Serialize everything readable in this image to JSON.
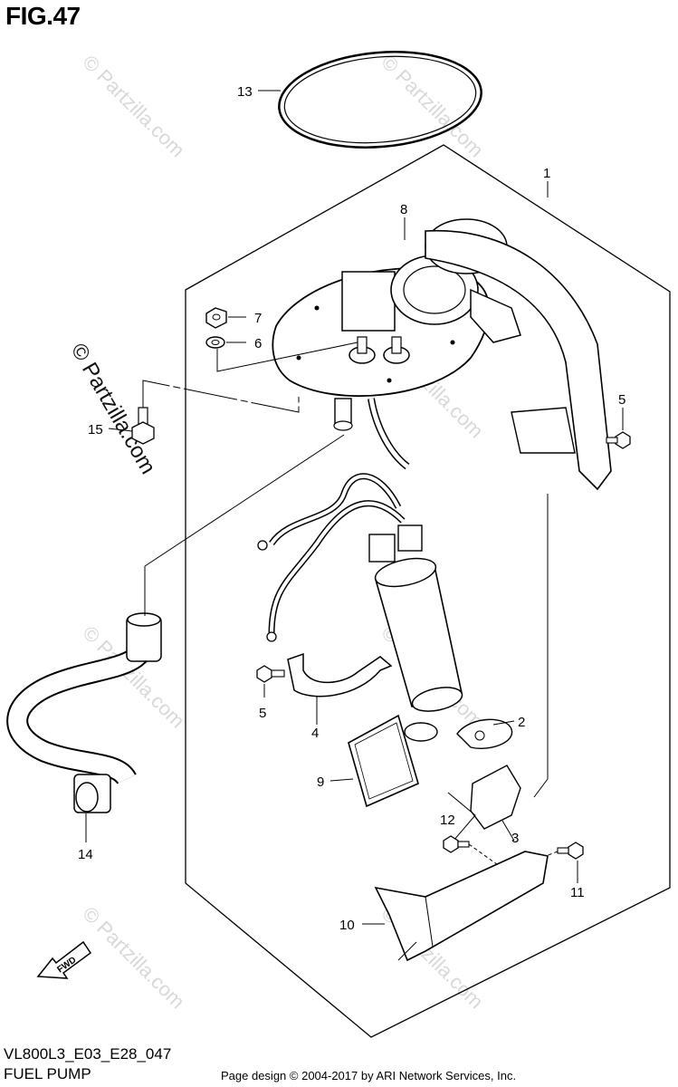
{
  "figure": {
    "title": "FIG.47",
    "model_code": "VL800L3_E03_E28_047",
    "name": "FUEL PUMP"
  },
  "footer": {
    "copyright": "Page design © 2004-2017 by ARI Network Services, Inc."
  },
  "watermark": "© Partzilla.com",
  "fwd_label": "FWD",
  "callouts": {
    "c1": "1",
    "c2": "2",
    "c3": "3",
    "c4": "4",
    "c5a": "5",
    "c5b": "5",
    "c6": "6",
    "c7": "7",
    "c8": "8",
    "c9": "9",
    "c10": "10",
    "c11": "11",
    "c12": "12",
    "c13": "13",
    "c14": "14",
    "c15": "15"
  }
}
